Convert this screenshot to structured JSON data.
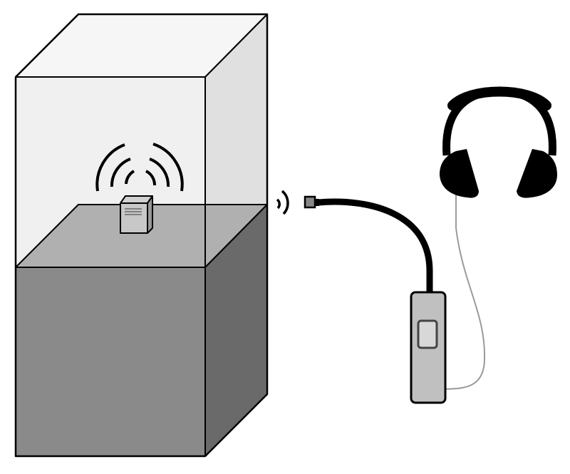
{
  "diagram": {
    "description_elements": [
      "enclosure",
      "transmitter",
      "receiver",
      "headphones"
    ],
    "colors": {
      "outline": "#000000",
      "glass_front": "#f0f0f0",
      "glass_side": "#e0e0e0",
      "glass_top": "#f6f6f6",
      "floor": "#b0b0b0",
      "base_front": "#8a8a8a",
      "base_side": "#6a6a6a",
      "device_body": "#c0c0c0",
      "device_screen": "#d8d8d8",
      "thin_cable": "#9a9a9a"
    }
  }
}
